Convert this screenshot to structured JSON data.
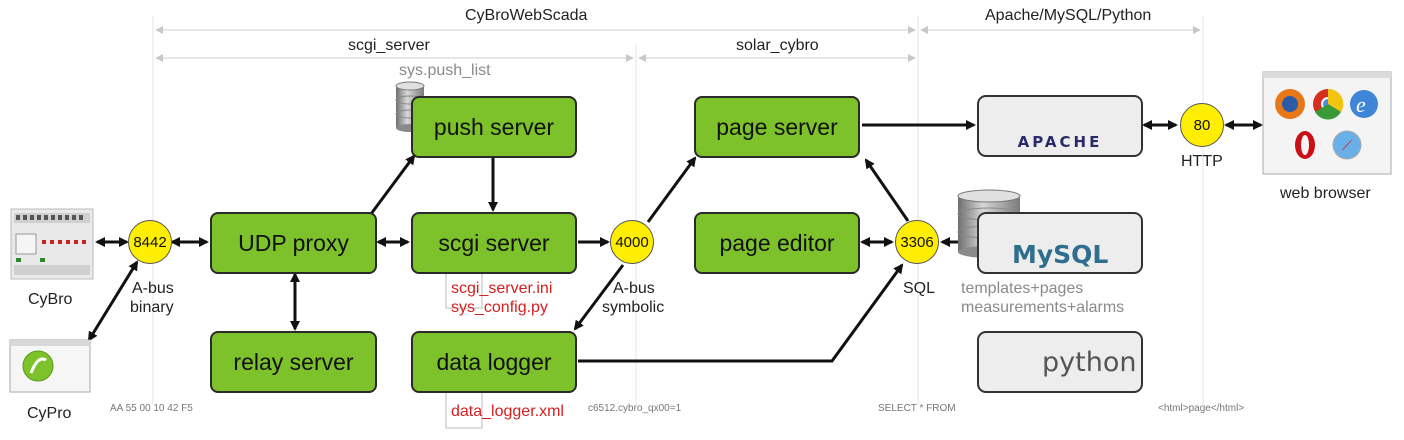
{
  "headers": {
    "cybrowebscada": "CyBroWebScada",
    "apache_mysql_python": "Apache/MySQL/Python",
    "scgi_server": "scgi_server",
    "solar_cybro": "solar_cybro",
    "sys_push_list": "sys.push_list"
  },
  "nodes": {
    "push_server": "push server",
    "udp_proxy": "UDP proxy",
    "scgi_server": "scgi server",
    "relay_server": "relay server",
    "data_logger": "data logger",
    "page_server": "page server",
    "page_editor": "page editor"
  },
  "ports": {
    "abus_binary": "8442",
    "abus_symbolic": "4000",
    "sql": "3306",
    "http": "80"
  },
  "port_labels": {
    "abus_binary_line1": "A-bus",
    "abus_binary_line2": "binary",
    "abus_symbolic_line1": "A-bus",
    "abus_symbolic_line2": "symbolic",
    "sql": "SQL",
    "http": "HTTP"
  },
  "devices": {
    "cybro": "CyBro",
    "cypro": "CyPro",
    "web_browser": "web browser"
  },
  "files": {
    "scgi_server_ini": "scgi_server.ini",
    "sys_config_py": "sys_config.py",
    "data_logger_xml": "data_logger.xml"
  },
  "mysql_notes": {
    "line1": "templates+pages",
    "line2": "measurements+alarms"
  },
  "logos": {
    "apache": "APACHE",
    "mysql": "MySQL",
    "python": "python"
  },
  "examples": {
    "abus_binary": "AA 55 00 10 42 F5",
    "abus_symbolic": "c6512.cybro_qx00=1",
    "sql": "SELECT * FROM",
    "http": "<html>page</html>"
  },
  "colors": {
    "node_fill": "#7dc22b",
    "port_fill": "#ffee00",
    "file_text": "#d42020",
    "apache_feather": "#7a1f6e",
    "mysql_blue": "#2f6e8f",
    "mysql_orange": "#e48e00",
    "python_blue": "#3a6fa3",
    "python_yellow": "#f5cf3b"
  }
}
